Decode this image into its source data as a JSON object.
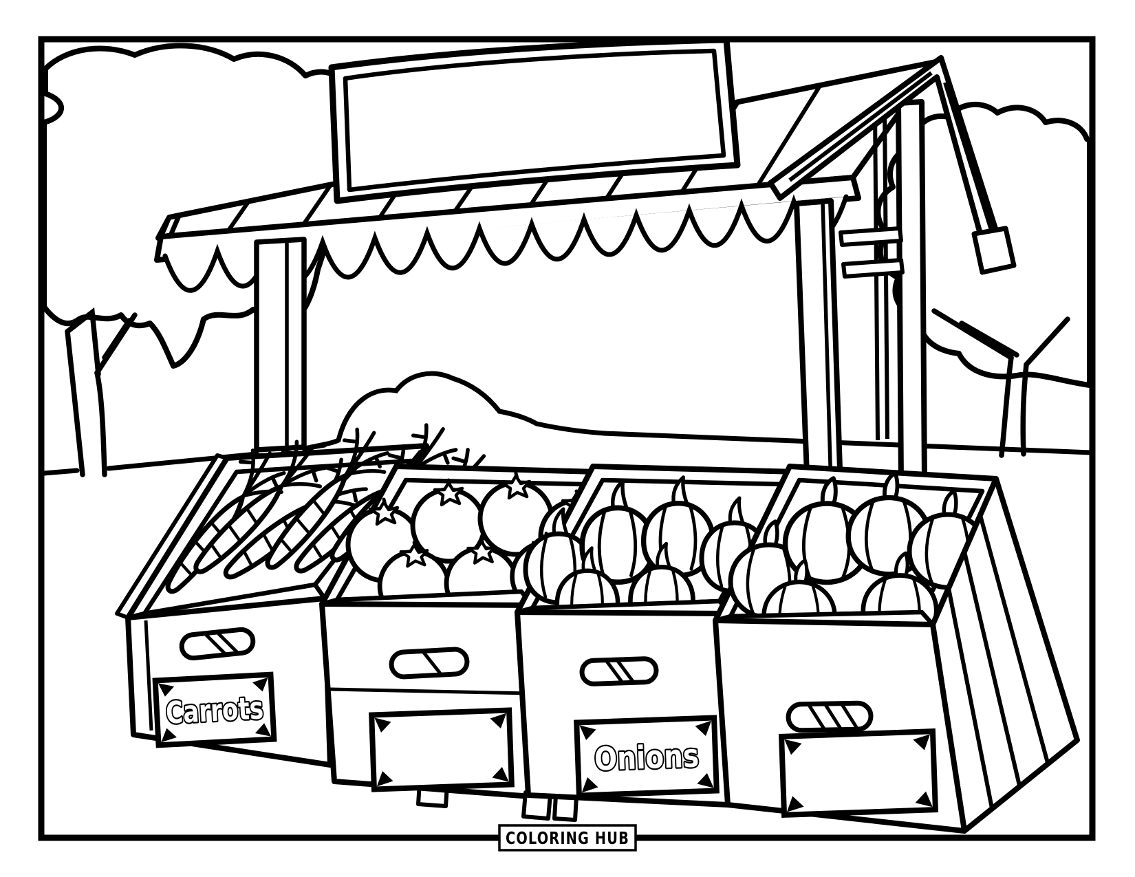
{
  "page": {
    "paper_color": "#ffffff",
    "ink_color": "#000000",
    "watermark_label": "COLORING HUB"
  },
  "illustration": {
    "kind": "printable coloring page, black and white line art",
    "subject": "Farmers market produce stand with plank roof, scalloped awning, blank sign board and four tilted wooden crates of vegetables",
    "sign_text": "",
    "background_elements": [
      "large bushy tree on the left",
      "bare-branched trunk under left tree",
      "round bush on the horizon",
      "bushy tree on the right"
    ],
    "stand": {
      "sign": "blank rectangular sign board with double border",
      "awning_scallop_count": 13,
      "roof": "diagonal plank lean-to roof with A-frame gable on the right"
    },
    "crates": [
      {
        "label": "Carrots",
        "contents": "carrots with leafy green tops",
        "label_style": "outlined bubble letters"
      },
      {
        "label": "",
        "contents": "tomatoes with star-shaped calyx",
        "label_style": "blank panel with corner wedges"
      },
      {
        "label": "Onions",
        "contents": "onion bulbs with curled sprouts",
        "label_style": "outlined bubble letters"
      },
      {
        "label": "",
        "contents": "ribbed pumpkins with stems",
        "label_style": "blank panel with corner wedges"
      }
    ]
  }
}
